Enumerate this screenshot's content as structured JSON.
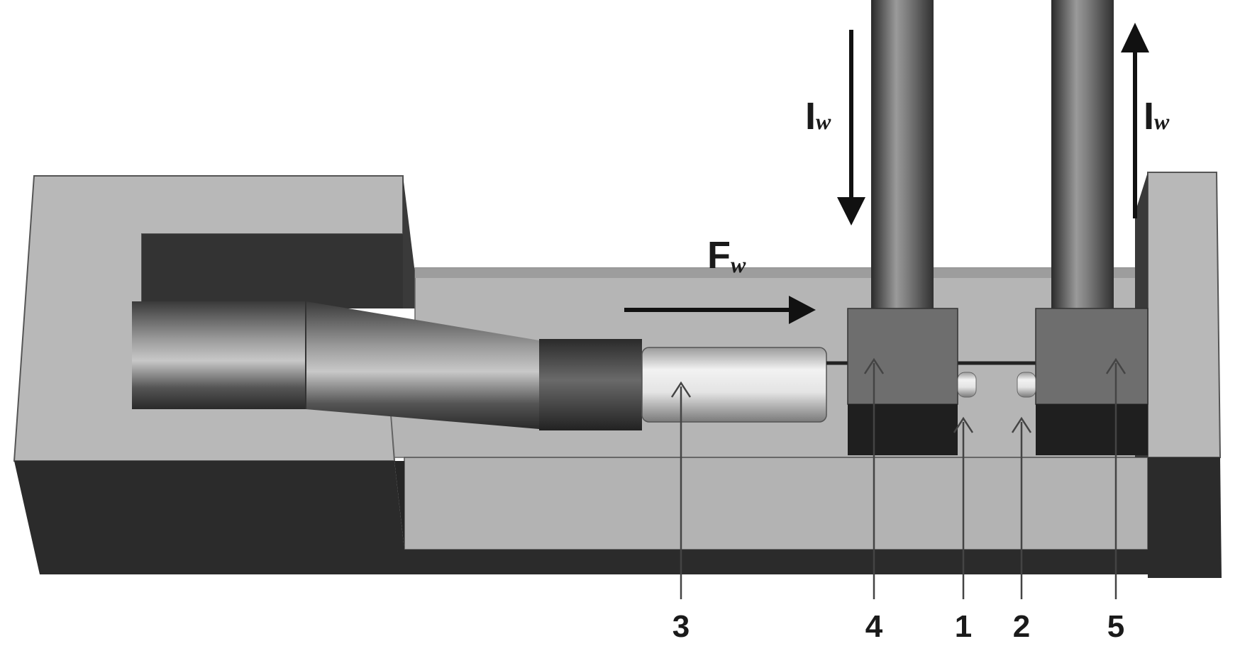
{
  "labels": {
    "flow": {
      "main": "F",
      "sub": "w"
    },
    "current_in": {
      "main": "I",
      "sub": "w"
    },
    "current_out": {
      "main": "I",
      "sub": "w"
    }
  },
  "callouts": [
    "1",
    "2",
    "3",
    "4",
    "5"
  ],
  "colors": {
    "housing_light": "#b8b8b8",
    "housing_dark": "#2b2b2b",
    "electrode_block": "#6e6e6e",
    "arrow": "#111111"
  }
}
